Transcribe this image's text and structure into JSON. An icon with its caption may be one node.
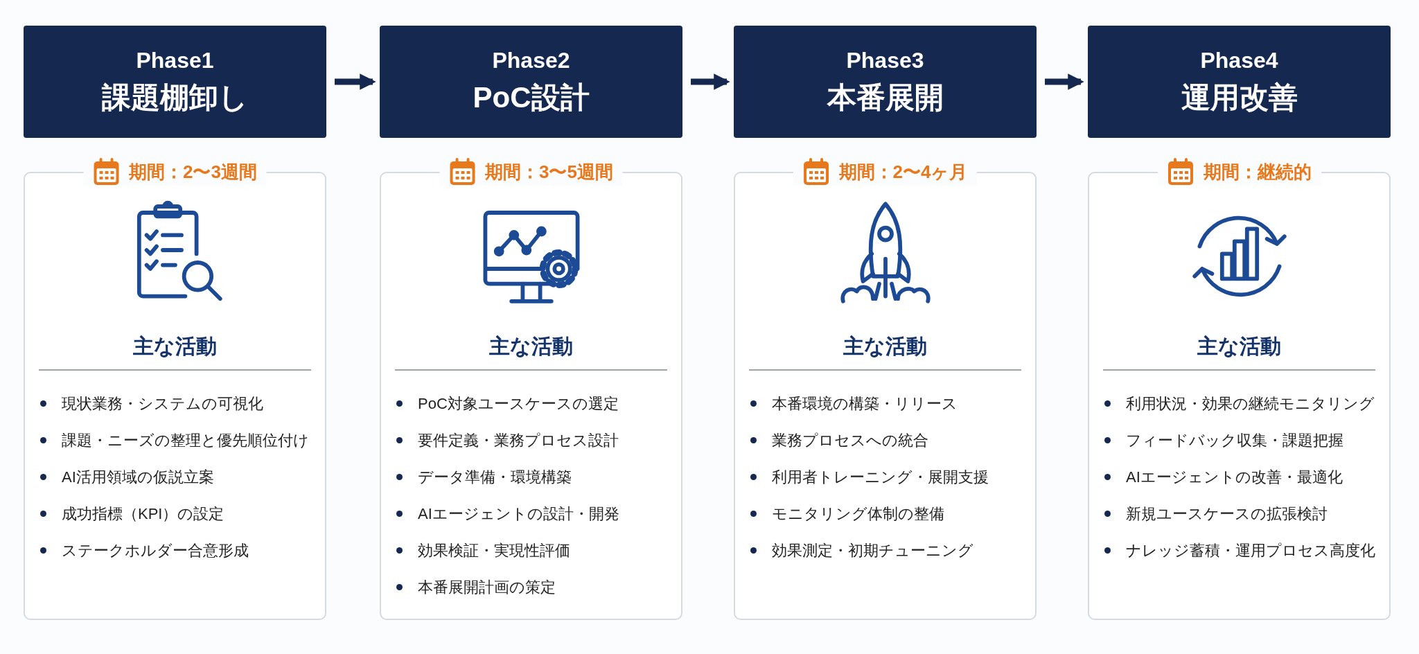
{
  "diagram": {
    "nodes": [
      {
        "text": [
          "Phase1",
          "課題棚卸し"
        ]
      },
      {
        "text": [
          "Phase2",
          "PoC設計"
        ]
      },
      {
        "text": [
          "Phase3",
          "本番展開"
        ]
      },
      {
        "text": [
          "Phase4",
          "運用改善"
        ]
      },
      {
        "text": [
          "期間：2〜3週間",
          "主な活動",
          "現状業務・システムの可視化",
          "課題・ニーズの整理と優先順位付け",
          "AI活用領域の仮説立案",
          "成功指標（KPI）の設定",
          "ステークホルダー合意形成"
        ]
      },
      {
        "text": [
          "期間：3〜5週間",
          "主な活動",
          "PoC対象ユースケースの選定",
          "要件定義・業務プロセス設計",
          "データ準備・環境構築",
          "AIエージェントの設計・開発",
          "効果検証・実現性評価",
          "本番展開計画の策定"
        ]
      },
      {
        "text": [
          "期間：2〜4ヶ月",
          "主な活動",
          "本番環境の構築・リリース",
          "業務プロセスへの統合",
          "利用者トレーニング・展開支援",
          "モニタリング体制の整備",
          "効果測定・初期チューニング"
        ]
      },
      {
        "text": [
          "期間：継続的",
          "主な活動",
          "利用状況・効果の継続モニタリング",
          "フィードバック収集・課題把握",
          "AIエージェントの改善・最適化",
          "新規ユースケースの拡張検討",
          "ナレッジ蓄積・運用プロセス高度化"
        ]
      }
    ],
    "edges": [
      {
        "from": 0,
        "to": 1,
        "arrow": "to"
      },
      {
        "from": 1,
        "to": 2,
        "arrow": "to"
      },
      {
        "from": 2,
        "to": 3,
        "arrow": "to"
      }
    ]
  }
}
